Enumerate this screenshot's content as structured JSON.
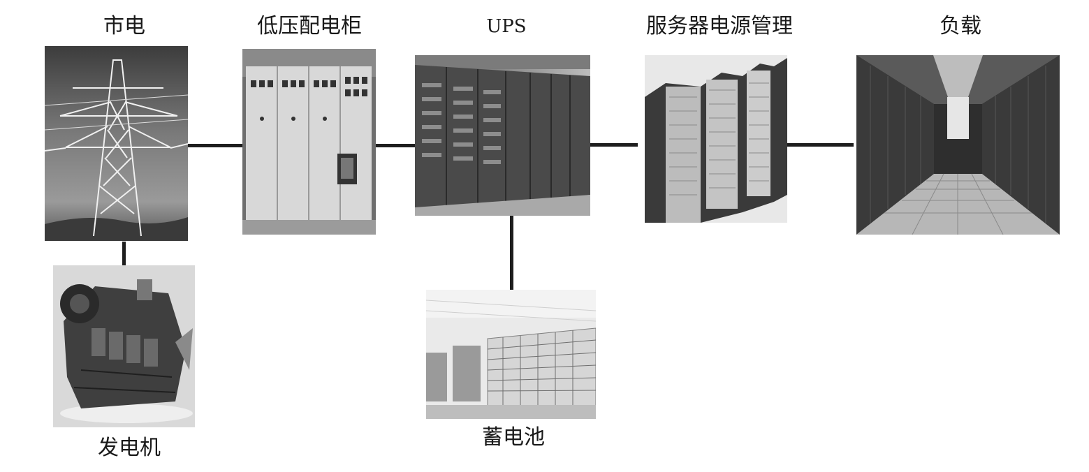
{
  "nodes": {
    "mains": {
      "label": "市电",
      "icon": "transmission-tower-icon"
    },
    "generator": {
      "label": "发电机",
      "icon": "diesel-generator-icon"
    },
    "lv_cabinet": {
      "label": "低压配电柜",
      "icon": "switchgear-cabinet-icon"
    },
    "ups": {
      "label": "UPS",
      "icon": "ups-cabinet-icon"
    },
    "battery": {
      "label": "蓄电池",
      "icon": "battery-rack-icon"
    },
    "server_power": {
      "label": "服务器电源管理",
      "icon": "server-rack-icon"
    },
    "load": {
      "label": "负载",
      "icon": "data-center-aisle-icon"
    }
  },
  "colors": {
    "line": "#1e1e1e",
    "text": "#1a1a1a"
  }
}
